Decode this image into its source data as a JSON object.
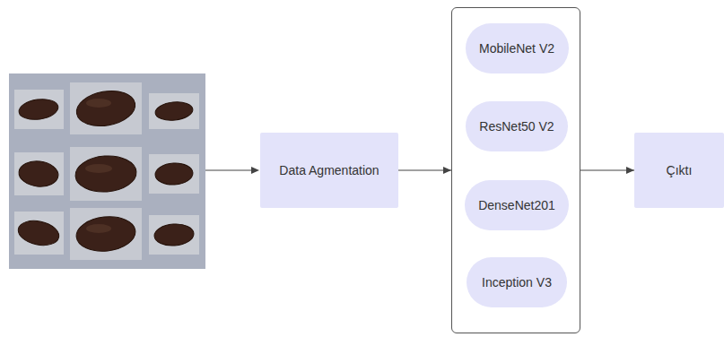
{
  "diagram": {
    "nodes": [
      {
        "text": [
          "Data Agmentation"
        ]
      },
      {
        "text": []
      },
      {
        "text": [
          "MobileNet V2"
        ],
        "in": 1
      },
      {
        "text": [
          "ResNet50 V2"
        ],
        "in": 1
      },
      {
        "text": [
          "DenseNet201"
        ],
        "in": 1
      },
      {
        "text": [
          "Inception V3"
        ],
        "in": 1
      },
      {
        "text": [
          "Çıktı"
        ]
      }
    ],
    "edges": [
      {
        "from": 0,
        "to": 1,
        "arrow": "to"
      },
      {
        "from": 1,
        "to": 6,
        "arrow": "to"
      }
    ]
  }
}
